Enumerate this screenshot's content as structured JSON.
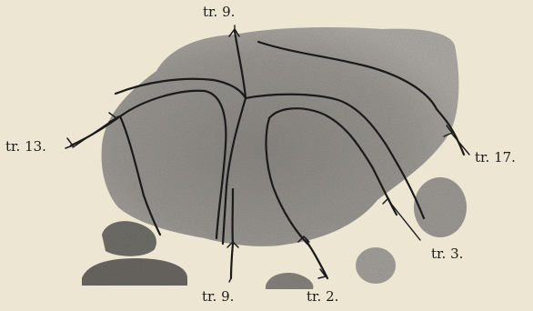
{
  "labels": {
    "tr9_top": "tr. 9.",
    "tr13": "tr. 13.",
    "tr17": "tr. 17.",
    "tr3": "tr. 3.",
    "tr9_bottom": "tr. 9.",
    "tr2": "tr. 2."
  },
  "colors": {
    "paper": "#ece6d3",
    "stain": "#9d9a94",
    "stain_dark": "#7f7c77",
    "stroke": "#1a1a1a"
  }
}
